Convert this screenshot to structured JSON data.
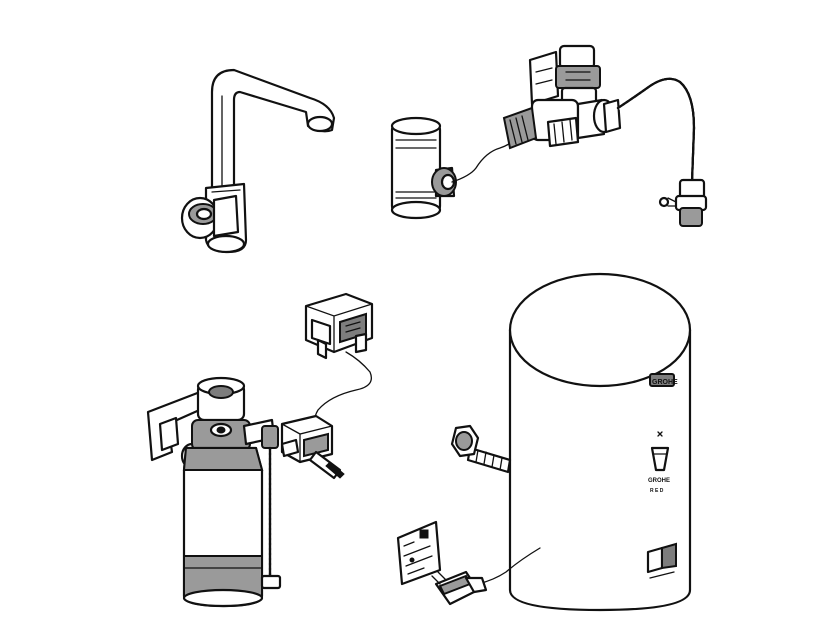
{
  "figure": {
    "components": [
      "kitchen-faucet",
      "mixing-valve-tee",
      "thermostatic-mixing-valve-assembly",
      "electronics-control-box",
      "filter-with-bracket-and-solenoid-valve",
      "boiler-tank",
      "power-adapter-plug",
      "instruction-label"
    ]
  },
  "boiler": {
    "brand_text": "GROHE",
    "side_brand_text": "GROHE",
    "side_small_text": "R E D"
  }
}
